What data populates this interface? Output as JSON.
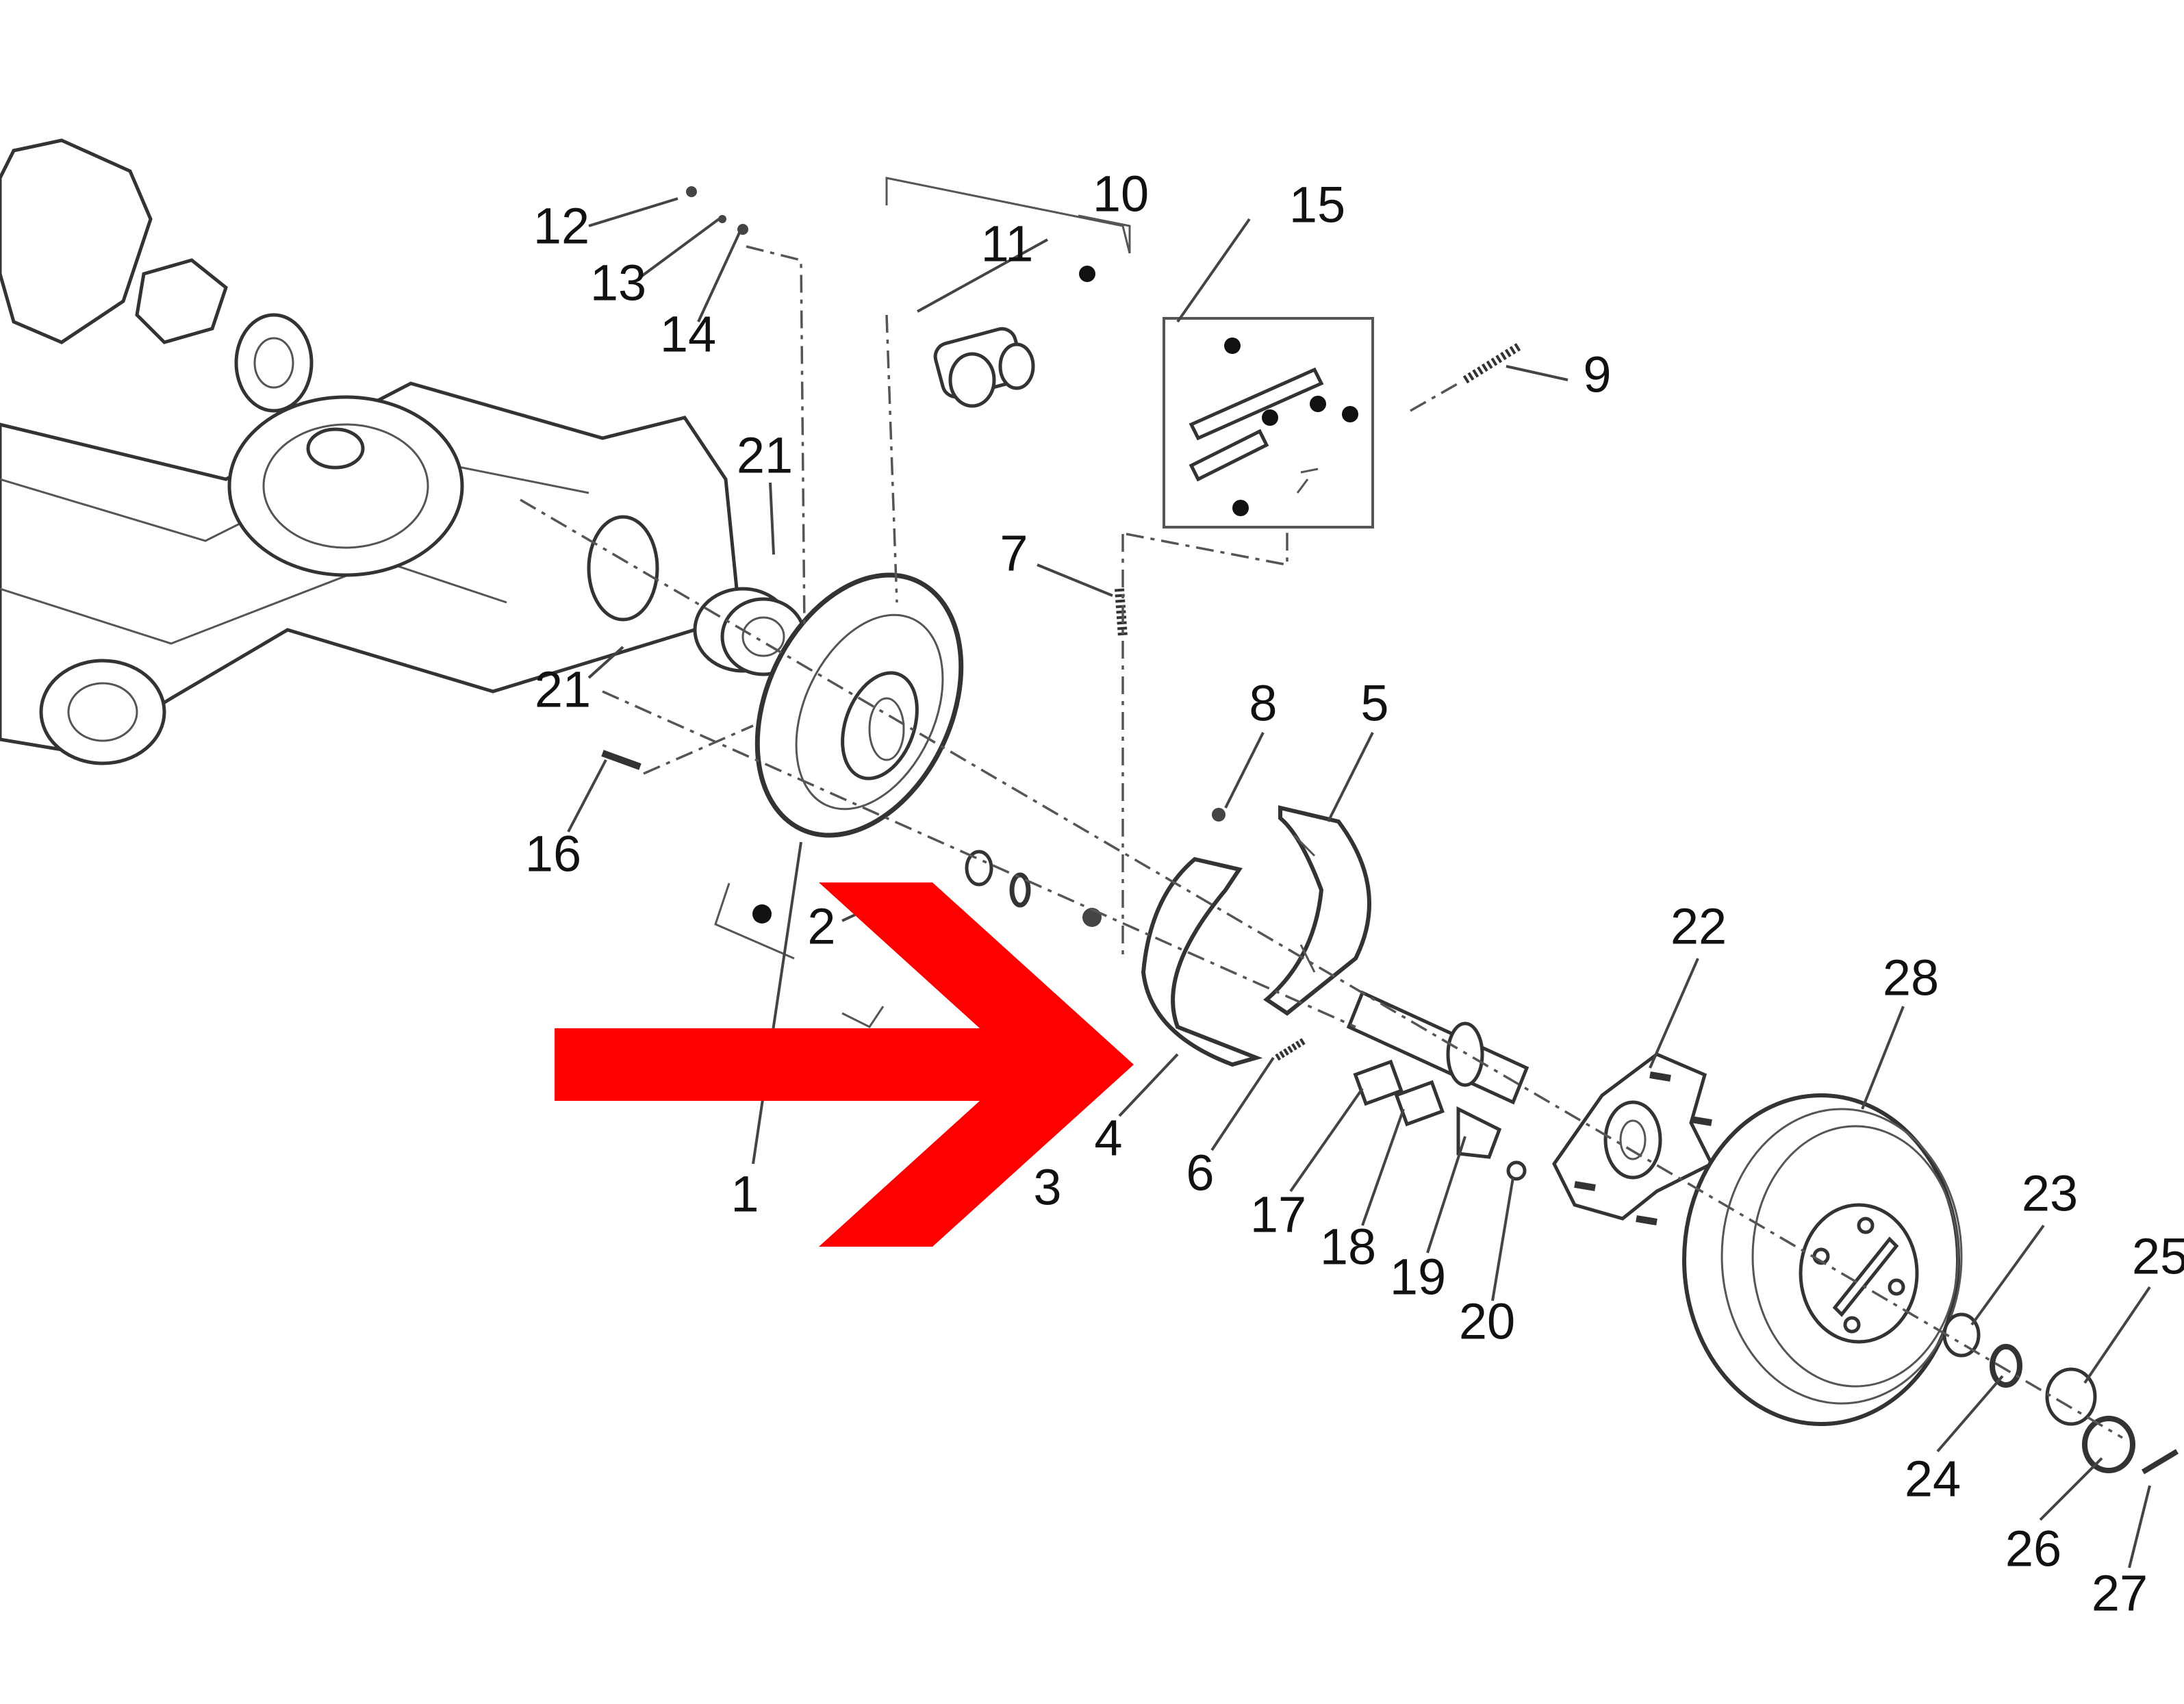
{
  "diagram": {
    "title": "Rear drum brake exploded parts diagram",
    "highlight_color": "#ff0000",
    "callouts": [
      "12",
      "13",
      "14",
      "10",
      "11",
      "15",
      "9",
      "21",
      "7",
      "21",
      "8",
      "5",
      "16",
      "2",
      "3",
      "1",
      "22",
      "28",
      "4",
      "6",
      "17",
      "18",
      "19",
      "20",
      "23",
      "25",
      "24",
      "26",
      "27"
    ]
  }
}
